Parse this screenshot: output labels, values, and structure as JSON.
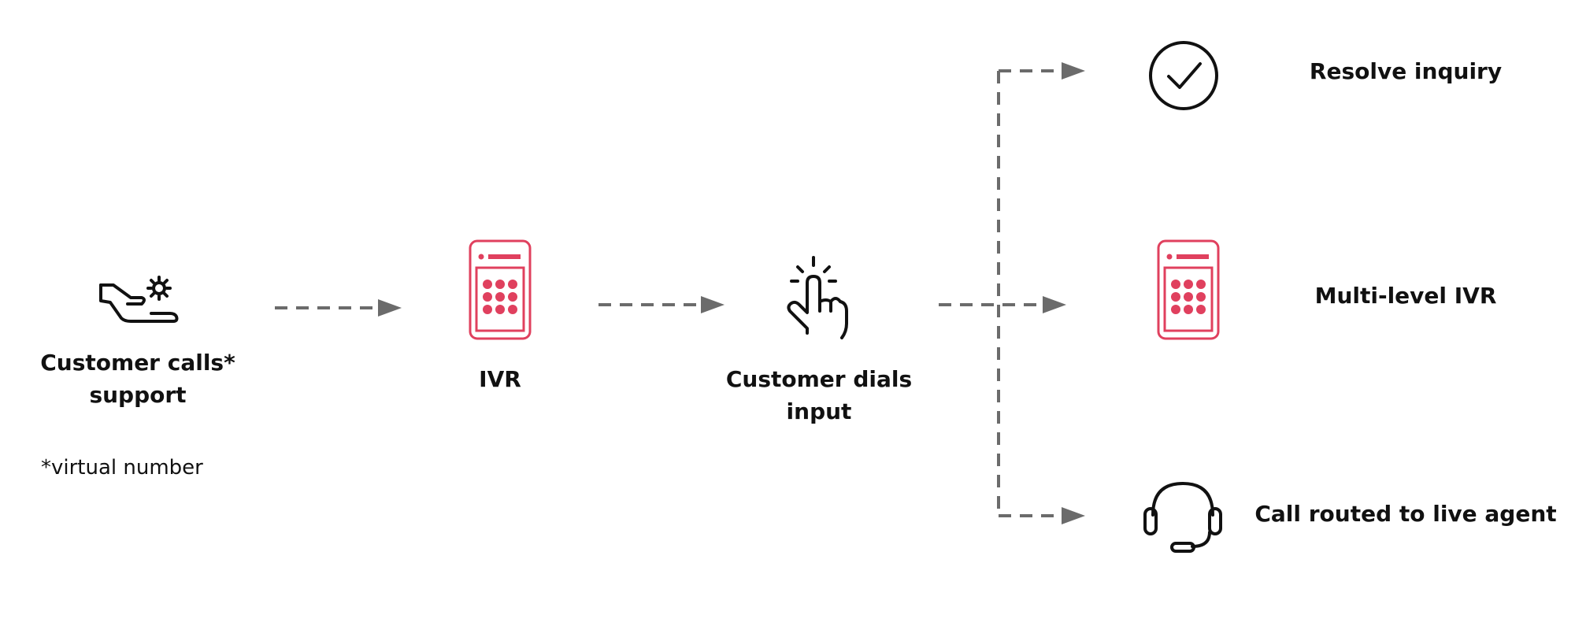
{
  "nodes": {
    "customer_calls": {
      "line1": "Customer calls*",
      "line2": "support",
      "icon": "hand-gear-icon"
    },
    "ivr": {
      "line1": "IVR",
      "icon": "keypad-phone-icon"
    },
    "customer_dials": {
      "line1": "Customer dials",
      "line2": "input",
      "icon": "tap-finger-icon"
    },
    "resolve": {
      "line1": "Resolve inquiry",
      "icon": "check-circle-icon"
    },
    "multi_ivr": {
      "line1": "Multi-level IVR",
      "icon": "keypad-phone-icon"
    },
    "live_agent": {
      "line1": "Call routed to live agent",
      "icon": "headset-icon"
    }
  },
  "footnote": "*virtual number",
  "colors": {
    "accent": "#e0405e",
    "arrow": "#6b6b6b",
    "text": "#111111"
  }
}
